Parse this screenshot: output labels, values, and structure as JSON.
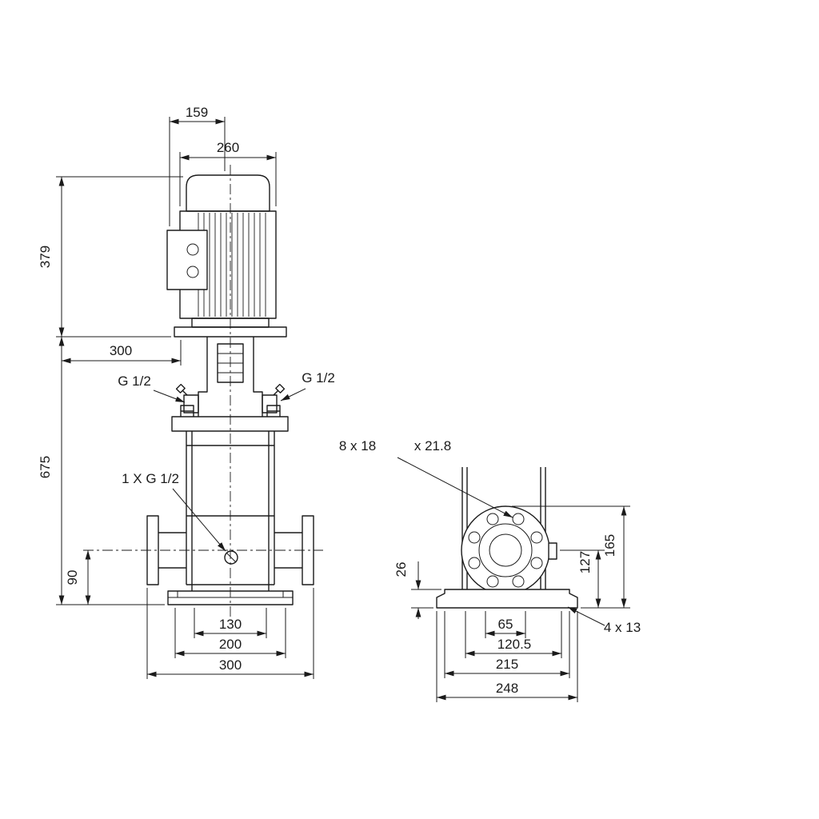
{
  "drawing": {
    "kind": "pump-dimensional-outline",
    "line_color": "#1b1b1b",
    "background": "#ffffff",
    "front_view": {
      "dim_fan_cover_width": "159",
      "dim_motor_width": "260",
      "dim_motor_height": "379",
      "dim_service_clearance": "300",
      "dim_pump_body_height": "675",
      "dim_port_centerline_height": "90",
      "dim_base_inner_width": "130",
      "dim_base_bolt_spacing": "200",
      "dim_port_to_port": "300",
      "label_vent_port_left": "G 1/2",
      "label_vent_port_right": "G 1/2",
      "label_drain_port": "1 X G 1/2"
    },
    "side_view": {
      "label_flange_bolt_holes": "8 x 18",
      "label_flange_spotface": "x 21.8",
      "dim_base_plate_height": "26",
      "dim_port_center_height": "127",
      "dim_flange_top_height": "165",
      "dim_bolt_hole_spacing": "65",
      "dim_center_to_edge": "120.5",
      "dim_base_bolt_spacing": "215",
      "dim_base_length": "248",
      "label_base_bolt_holes": "4 x 13"
    }
  }
}
